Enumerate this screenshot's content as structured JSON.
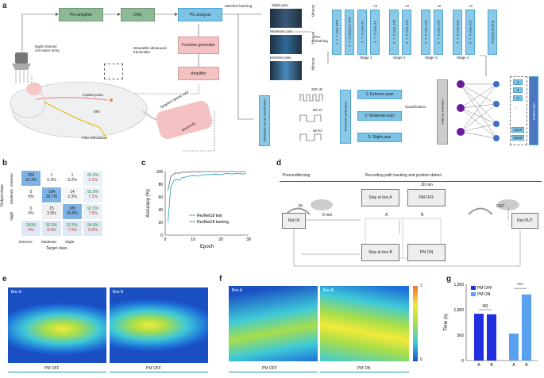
{
  "panel_letters": {
    "a": "a",
    "b": "b",
    "c": "c",
    "d": "d",
    "e": "e",
    "f": "f",
    "g": "g"
  },
  "a": {
    "preamp": "Pre-amplifier",
    "daq": "DAQ",
    "pc": "PC analysis",
    "ml": "Machine learning",
    "fg": "Function generator",
    "amp": "Amplifier",
    "array": "Eight-channel microwire array",
    "transmitter": "Wearable ultrasound transmitter",
    "implant": "Implant point",
    "sni": "SNI",
    "pain_stim": "Pain stimulation",
    "cord": "Targeted spinal cord",
    "electrode": "Electrode",
    "spectro": [
      {
        "title": "Slight pain"
      },
      {
        "title": "Moderate pain"
      },
      {
        "title": "Extreme pain"
      }
    ],
    "entropy": "Entropy",
    "preclean": "Pre-cleaning",
    "conv7": "7 × 7 conv, 64/2",
    "maxpool": "3 × 3 Maxpool, 64/2",
    "layers": [
      "3 × 3 conv, 64",
      "3 × 3 conv, 64",
      "3 × 3 conv, 128",
      "3 × 3 conv, 128",
      "3 × 3 conv, 256",
      "3 × 3 conv, 256",
      "3 × 3 conv, 512",
      "3 × 3 conv, 512"
    ],
    "x2": "×2",
    "stages": [
      "Stage 1",
      "Stage 2",
      "Stage 3",
      "Stage 4"
    ],
    "avgpool": "Average pooling",
    "flatten": "Flatten layer",
    "softmax": "Softmax activation",
    "classification": "Classification",
    "outputs": [
      "1: Extreme pain",
      "2: Moderate pain",
      "3: Slight pain"
    ],
    "threshold": "Threshold verification",
    "stim_mode": "Stimulation mode classification",
    "freqs": [
      "200 Hz",
      "50 Hz",
      "50 Hz"
    ],
    "nodes": [
      "1",
      "2",
      "3",
      "...",
      "2047",
      "2048"
    ]
  },
  "b": {
    "rows": [
      "Extreme",
      "Moderate",
      "Slight"
    ],
    "cols": [
      "Extreme",
      "Moderate",
      "Slight"
    ],
    "ylabel": "Output class",
    "xlabel": "Target class",
    "cells": [
      [
        "200\n33.3%",
        "1\n0.2%",
        "1\n0.2%",
        "99.0%\n1.0%"
      ],
      [
        "0\n0%",
        "184\n30.7%",
        "14\n2.3%",
        "92.9%\n7.1%"
      ],
      [
        "0\n0%",
        "15\n2.5%",
        "185\n30.8%",
        "92.5%\n7.5%"
      ],
      [
        "100%\n0%",
        "92.0%\n8.0%",
        "92.5%\n7.5%",
        "94.8%\n5.2%"
      ]
    ]
  },
  "chart_data": [
    {
      "type": "line",
      "panel": "c",
      "xlabel": "Epoch",
      "ylabel": "Accuracy (%)",
      "xlim": [
        0,
        30
      ],
      "ylim": [
        0,
        100
      ],
      "xticks": [
        "0",
        "10",
        "20",
        "30"
      ],
      "yticks": [
        "0",
        "20",
        "40",
        "60",
        "80",
        "100"
      ],
      "series": [
        {
          "name": "ResNet18 test",
          "color": "#1a9aa8",
          "x": [
            1,
            2,
            3,
            4,
            5,
            6,
            8,
            10,
            12,
            14,
            16,
            18,
            20,
            22,
            24,
            26,
            28,
            29
          ],
          "y": [
            20,
            75,
            85,
            88,
            86,
            90,
            92,
            94,
            93,
            95,
            95,
            96,
            95,
            97,
            96,
            97,
            96,
            97
          ]
        },
        {
          "name": "ResNet18 training",
          "color": "#666666",
          "x": [
            1,
            2,
            3,
            4,
            5,
            6,
            8,
            10,
            12,
            14,
            16,
            18,
            20,
            22,
            24,
            26,
            28,
            29
          ],
          "y": [
            70,
            92,
            96,
            98,
            97,
            99,
            99,
            100,
            99,
            100,
            100,
            100,
            100,
            100,
            100,
            100,
            100,
            100
          ]
        }
      ]
    },
    {
      "type": "bar",
      "panel": "g",
      "ylabel": "Time (s)",
      "ylim": [
        0,
        1500
      ],
      "yticks": [
        "0",
        "500",
        "1,000",
        "1,500"
      ],
      "categories": [
        "A",
        "B",
        "A",
        "B"
      ],
      "series": [
        {
          "name": "PM OFF",
          "color": "#1f2fe0",
          "values": [
            920,
            910
          ]
        },
        {
          "name": "PM ON",
          "color": "#5aa0f0",
          "values": [
            530,
            1300
          ]
        }
      ],
      "annotations": [
        "NS",
        "****"
      ]
    }
  ],
  "d": {
    "precond": "Preconditioning",
    "record": "Recording path tracking and position detect",
    "t30": "30 min",
    "in": "IN",
    "out": "OUT",
    "t5": "5 min",
    "rat_in": "Rat IN",
    "rat_out": "Rat OUT",
    "stay_a": "Stay at box A",
    "pm_off": "PM OFF",
    "stay_b": "Stay at box B",
    "pm_on": "PM ON",
    "box_a": "A",
    "box_b": "B"
  },
  "e": {
    "box_a": "Box A",
    "box_b": "Box B",
    "labels": [
      "PM OFF",
      "PM OFF"
    ]
  },
  "f": {
    "box_a": "Box A",
    "box_b": "Box B",
    "labels": [
      "PM OFF",
      "PM ON"
    ],
    "scale_max": "1",
    "scale_min": "0"
  }
}
